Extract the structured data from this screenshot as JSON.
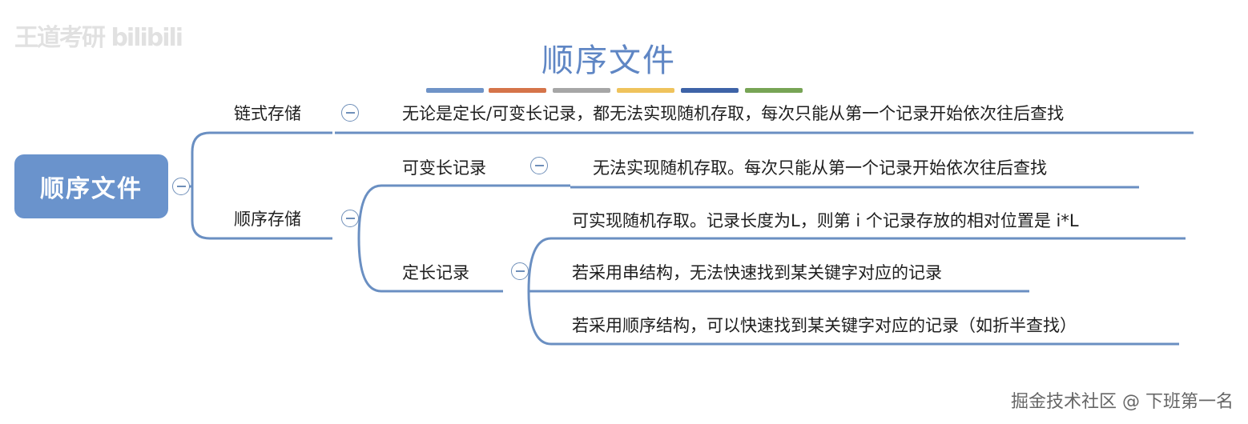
{
  "watermark_top_left": "王道考研 bilibili",
  "title": "顺序文件",
  "legend_colors": [
    "#6f93c7",
    "#d5744a",
    "#a6a6a6",
    "#efc35c",
    "#3e63a7",
    "#77a455"
  ],
  "root": {
    "label": "顺序文件"
  },
  "branches": {
    "chained": {
      "label": "链式存储",
      "detail": "无论是定长/可变长记录，都无法实现随机存取，每次只能从第一个记录开始依次往后查找"
    },
    "sequential": {
      "label": "顺序存储",
      "variable": {
        "label": "可变长记录",
        "detail": "无法实现随机存取。每次只能从第一个记录开始依次往后查找"
      },
      "fixed": {
        "label": "定长记录",
        "details": [
          "可实现随机存取。记录长度为L，则第 i 个记录存放的相对位置是 i*L",
          "若采用串结构，无法快速找到某关键字对应的记录",
          "若采用顺序结构，可以快速找到某关键字对应的记录（如折半查找）"
        ]
      }
    }
  },
  "watermark_bottom_right": "掘金技术社区 @ 下班第一名"
}
